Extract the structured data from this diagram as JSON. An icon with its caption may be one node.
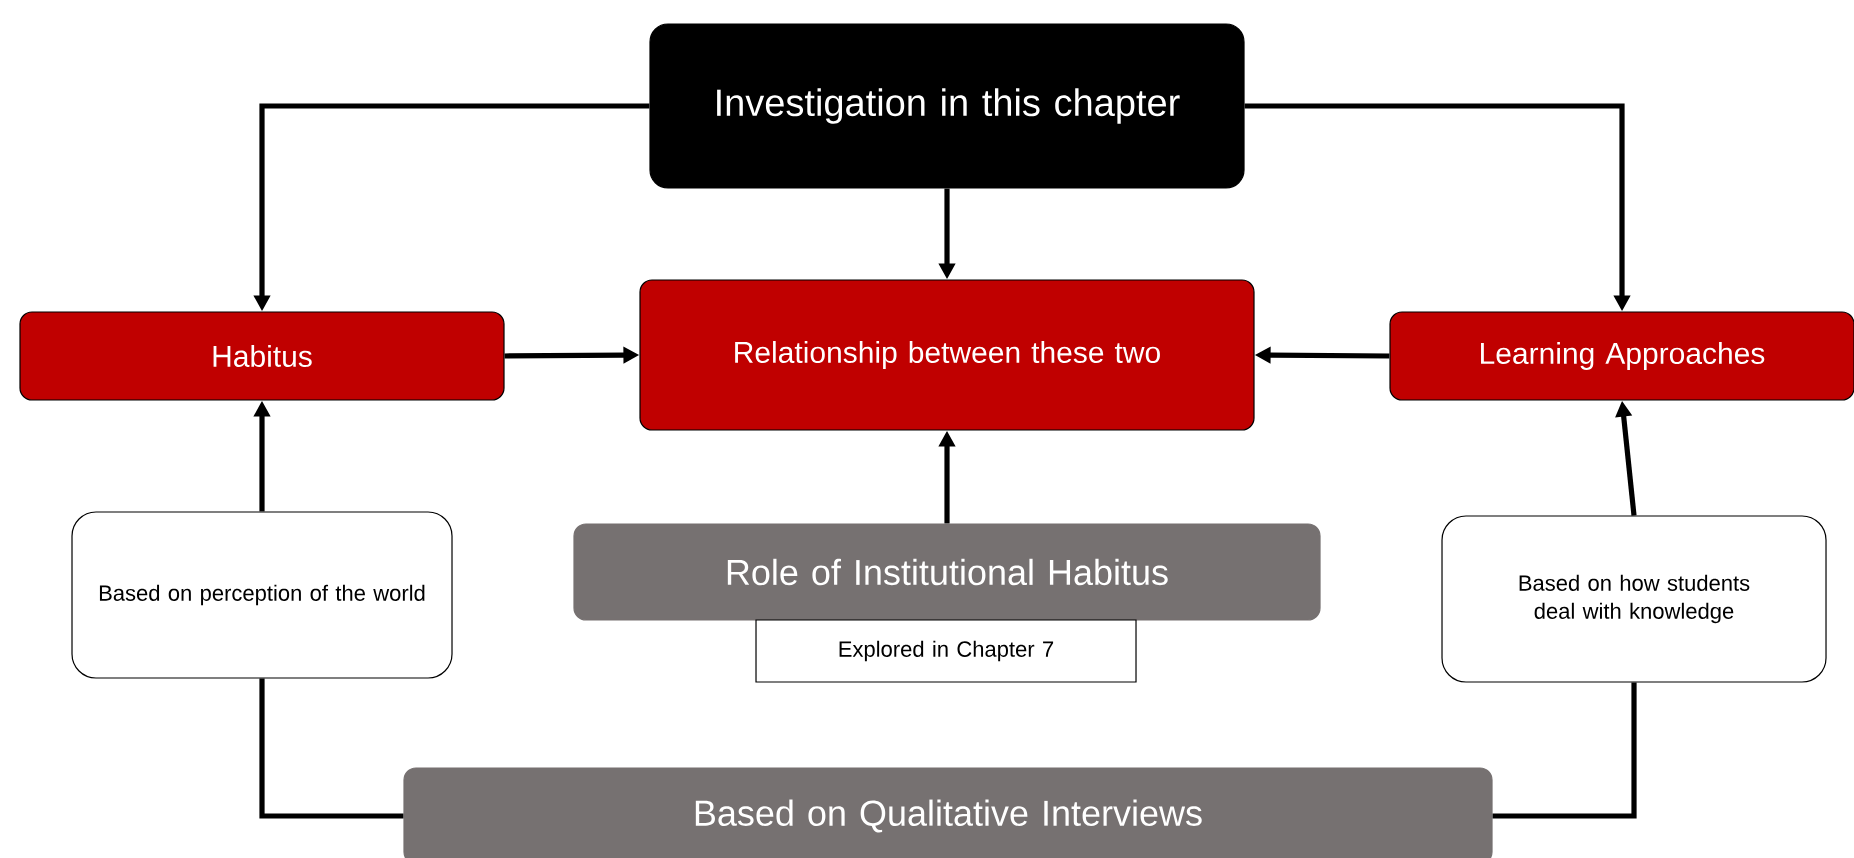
{
  "diagram": {
    "nodes": [
      {
        "text": [
          "Investigation in this chapter"
        ]
      },
      {
        "text": [
          "Habitus"
        ]
      },
      {
        "text": [
          "Relationship between these two"
        ]
      },
      {
        "text": [
          "Learning Approaches"
        ]
      },
      {
        "text": [
          "Based on perception of the world"
        ]
      },
      {
        "text": [
          "Role of Institutional Habitus"
        ]
      },
      {
        "text": [
          "Explored in Chapter 7"
        ]
      },
      {
        "text": [
          "Based on how students deal with knowledge"
        ]
      },
      {
        "text": [
          "Based on Qualitative Interviews"
        ]
      }
    ],
    "edges": [
      {
        "from": 0,
        "to": 1,
        "arrow": "to"
      },
      {
        "from": 0,
        "to": 2,
        "arrow": "to"
      },
      {
        "from": 0,
        "to": 3,
        "arrow": "to"
      },
      {
        "from": 1,
        "to": 2,
        "arrow": "to"
      },
      {
        "from": 3,
        "to": 2,
        "arrow": "to"
      },
      {
        "from": 5,
        "to": 2,
        "arrow": "to"
      },
      {
        "from": 8,
        "to": 4,
        "arrow": "none"
      },
      {
        "from": 4,
        "to": 1,
        "arrow": "to"
      },
      {
        "from": 8,
        "to": 7,
        "arrow": "none"
      },
      {
        "from": 7,
        "to": 3,
        "arrow": "to"
      }
    ]
  }
}
